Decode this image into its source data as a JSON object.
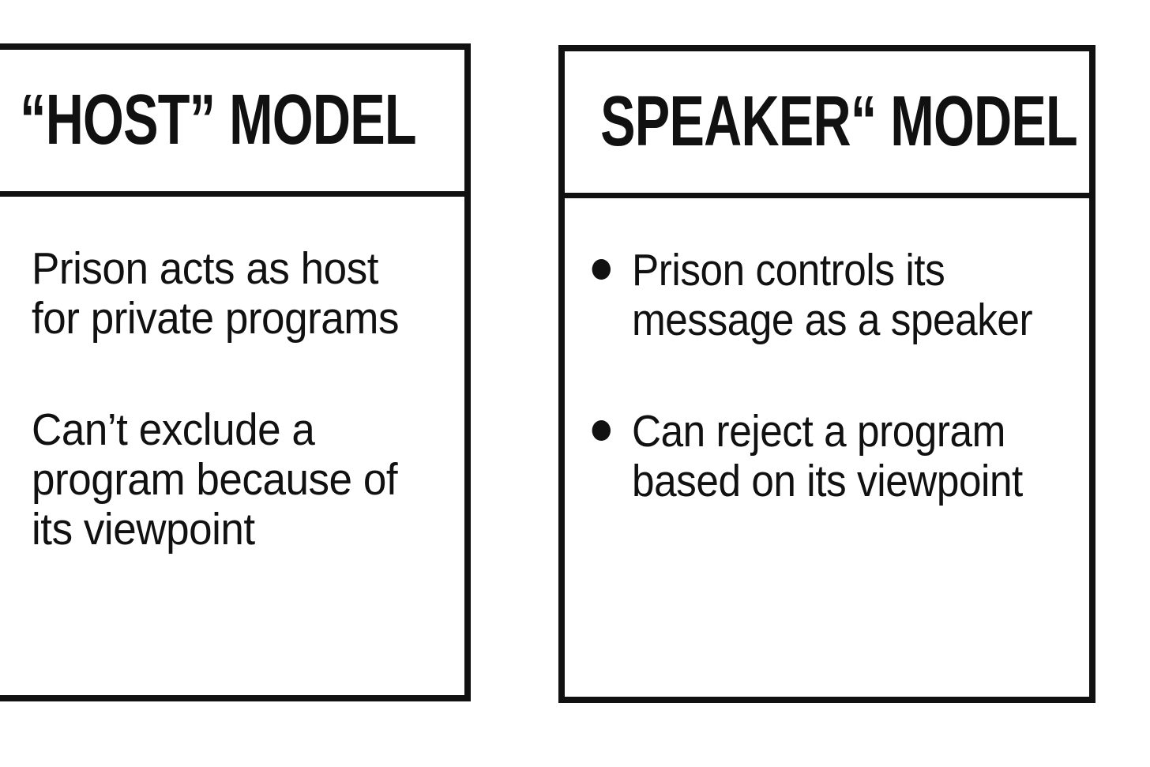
{
  "diagram": {
    "left_box": {
      "title": "“HOST” MODEL",
      "paragraphs": [
        {
          "lines": [
            "Prison acts as host",
            "for private programs"
          ]
        },
        {
          "lines": [
            "Can’t exclude a",
            "program because of",
            "its viewpoint"
          ]
        }
      ]
    },
    "right_box": {
      "title": "SPEAKER“ MODEL",
      "bullets": [
        {
          "lines": [
            "Prison controls its",
            "message as a speaker"
          ]
        },
        {
          "lines": [
            "Can reject a program",
            "based on its viewpoint"
          ]
        }
      ]
    },
    "colors": {
      "ink": "#111111",
      "background": "#ffffff"
    }
  }
}
